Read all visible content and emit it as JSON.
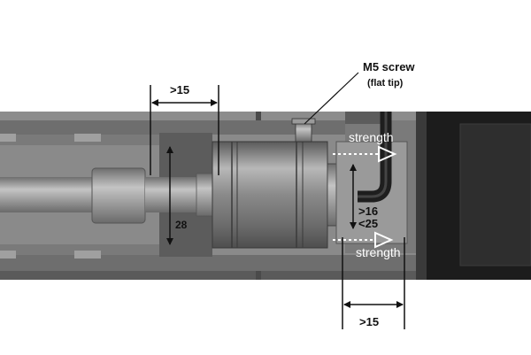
{
  "labels": {
    "dim_top": ">15",
    "dim_left": "28",
    "dim_right_1": ">16",
    "dim_right_2": "<25",
    "dim_bottom": ">15",
    "callout_line1": "M5 screw",
    "callout_line2": "(flat tip)",
    "strength_top": "strength",
    "strength_bottom": "strength"
  },
  "colors": {
    "housing": "#707070",
    "housing_dark": "#4a4a4a",
    "housing_light": "#9a9a9a",
    "shaft": "#a8a8a8",
    "motor_body": "#222222",
    "motor_face": "#3a3a3a",
    "dimension": "#111111",
    "arrow": "#ffffff"
  }
}
